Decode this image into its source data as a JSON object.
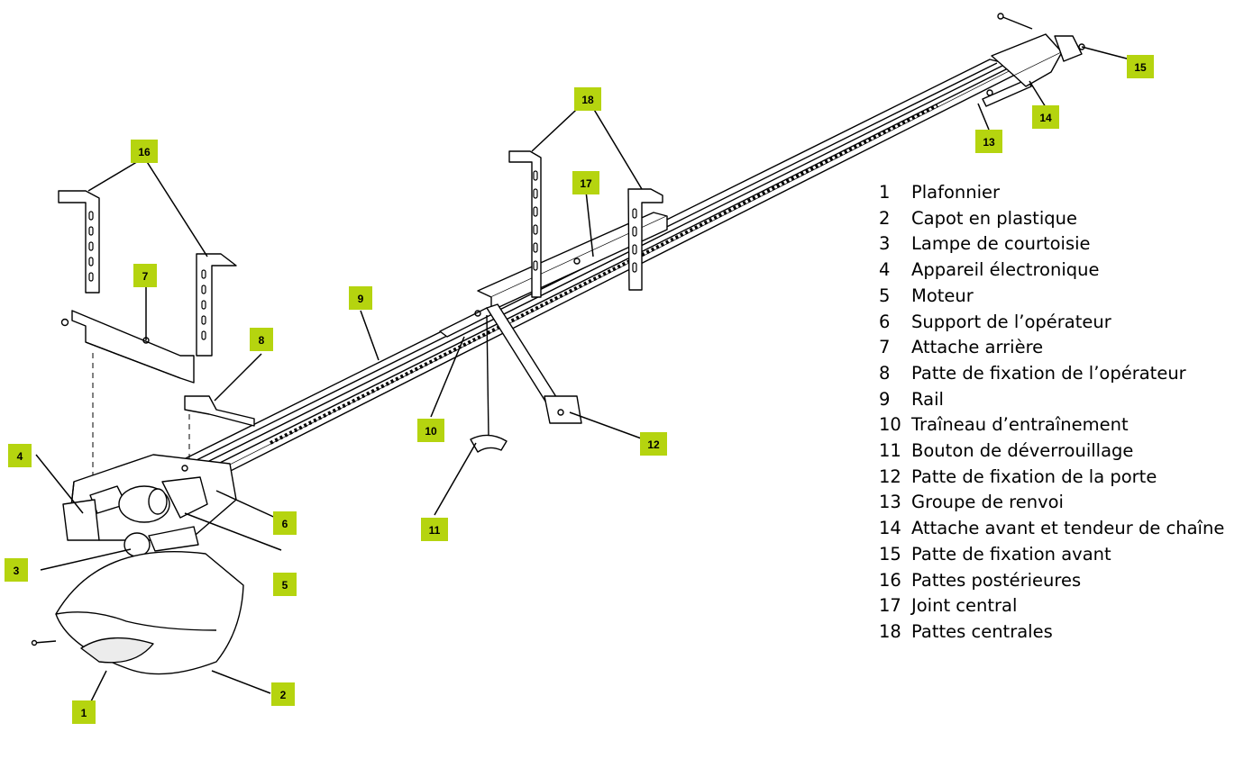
{
  "callouts": [
    "1",
    "2",
    "3",
    "4",
    "5",
    "6",
    "7",
    "8",
    "9",
    "10",
    "11",
    "12",
    "13",
    "14",
    "15",
    "16",
    "17",
    "18"
  ],
  "legend": [
    {
      "num": "1",
      "text": "Plafonnier"
    },
    {
      "num": "2",
      "text": "Capot en plastique"
    },
    {
      "num": "3",
      "text": "Lampe de courtoisie"
    },
    {
      "num": "4",
      "text": "Appareil électronique"
    },
    {
      "num": "5",
      "text": "Moteur"
    },
    {
      "num": "6",
      "text": "Support de l’opérateur"
    },
    {
      "num": "7",
      "text": "Attache arrière"
    },
    {
      "num": "8",
      "text": "Patte de fixation de l’opérateur"
    },
    {
      "num": "9",
      "text": "Rail"
    },
    {
      "num": "10",
      "text": "Traîneau d’entraînement"
    },
    {
      "num": "11",
      "text": "Bouton de déverrouillage"
    },
    {
      "num": "12",
      "text": "Patte de fixation de la porte"
    },
    {
      "num": "13",
      "text": "Groupe de renvoi"
    },
    {
      "num": "14",
      "text": "Attache avant et tendeur de chaîne"
    },
    {
      "num": "15",
      "text": "Patte de fixation avant"
    },
    {
      "num": "16",
      "text": "Pattes postérieures"
    },
    {
      "num": "17",
      "text": "Joint central"
    },
    {
      "num": "18",
      "text": "Pattes centrales"
    }
  ],
  "colors": {
    "callout_fill": "#b5d40f",
    "line": "#000000",
    "part_fill": "#ffffff",
    "shade": "#d9d9d9"
  }
}
